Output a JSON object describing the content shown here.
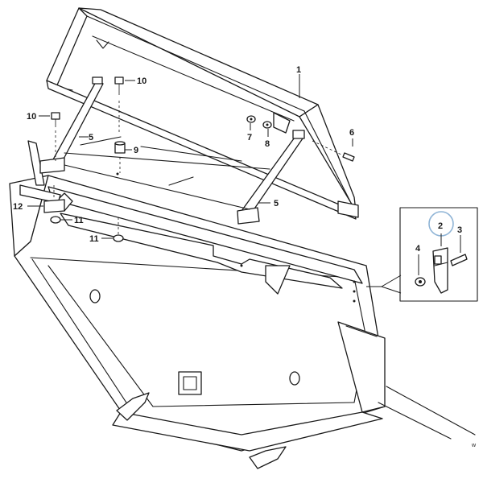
{
  "callouts": {
    "c1": "1",
    "c2": "2",
    "c3": "3",
    "c4": "4",
    "c5a": "5",
    "c5b": "5",
    "c6": "6",
    "c7": "7",
    "c8": "8",
    "c9": "9",
    "c10a": "10",
    "c10b": "10",
    "c11a": "11",
    "c11b": "11",
    "c12": "12"
  },
  "corner_mark": "w",
  "colors": {
    "line": "#1a1a1a",
    "background": "#ffffff",
    "highlight_circle": "#8fb4d6"
  }
}
